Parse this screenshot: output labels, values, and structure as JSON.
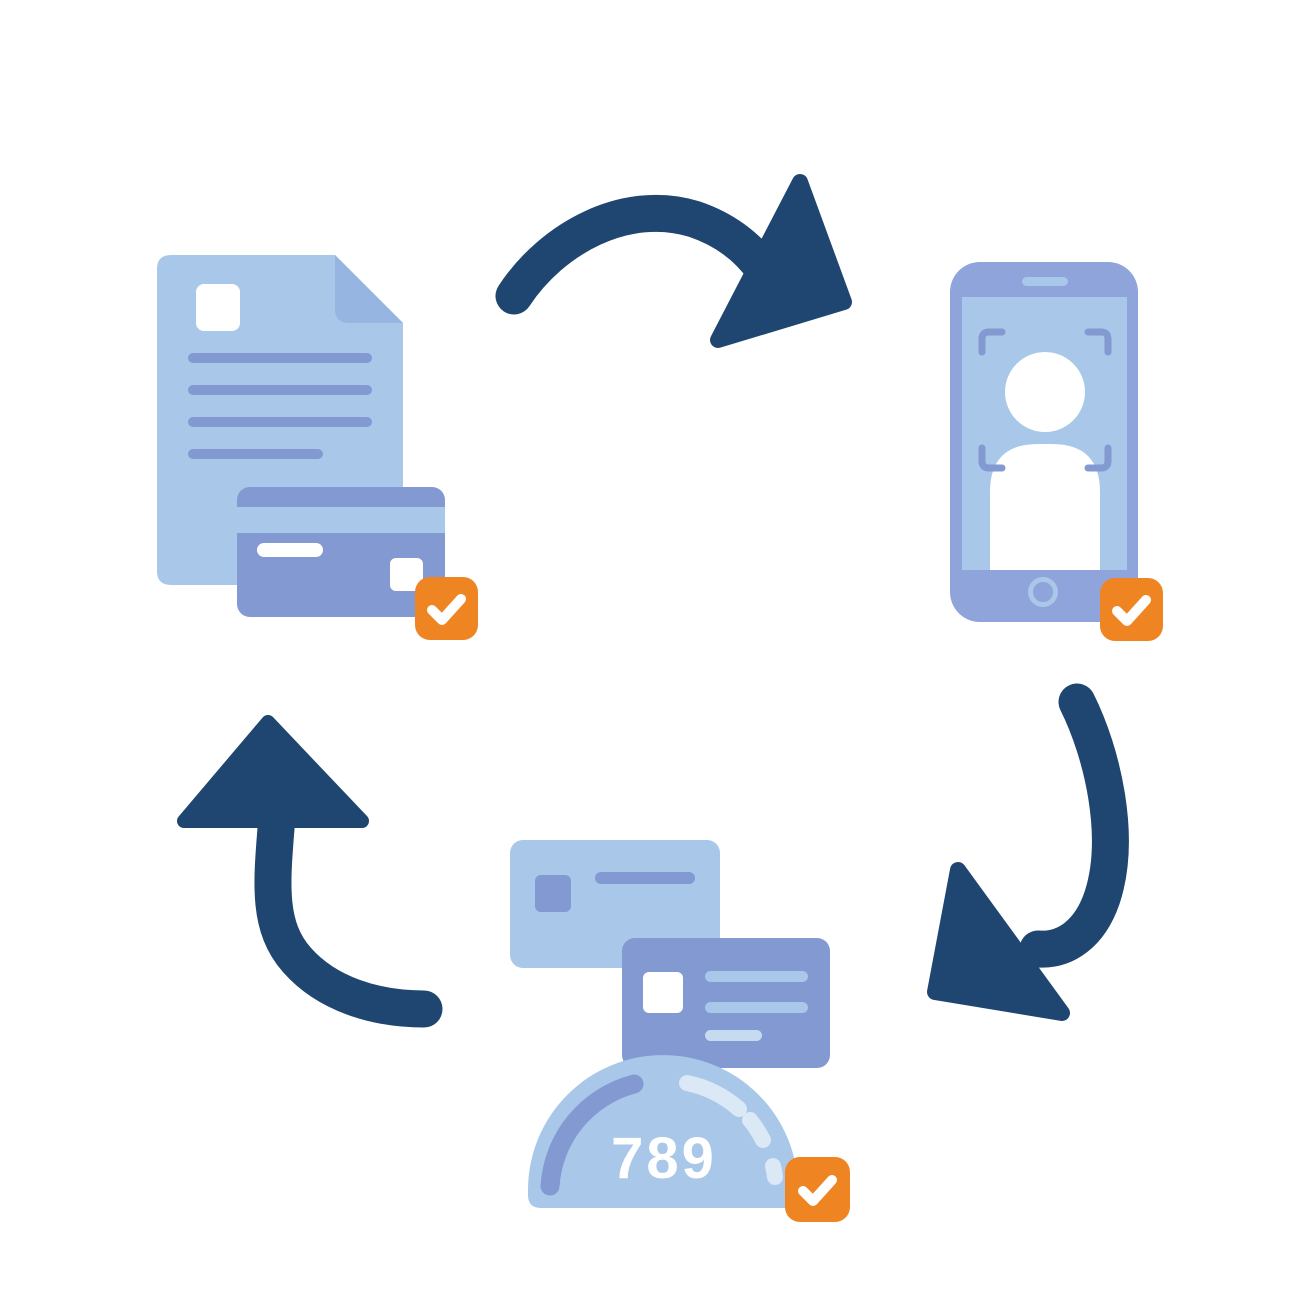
{
  "illustration": {
    "name": "identity-verification-credit-score-cycle",
    "type": "cyclic-process-diagram",
    "gauge_score": "789",
    "steps": [
      {
        "id": "document-with-credit-card",
        "icon": "document-credit-card-icon",
        "status": "verified"
      },
      {
        "id": "smartphone-face-scan",
        "icon": "phone-face-scan-icon",
        "status": "verified"
      },
      {
        "id": "credit-cards-score-gauge",
        "icon": "cards-gauge-icon",
        "status": "verified",
        "score": "789"
      }
    ],
    "arrows": [
      {
        "id": "arrow-document-to-phone",
        "direction": "left-to-right-curving-up"
      },
      {
        "id": "arrow-phone-to-cards",
        "direction": "top-to-bottom-curving-left"
      },
      {
        "id": "arrow-cards-to-document",
        "direction": "bottom-to-top-pointing-up"
      }
    ]
  },
  "colors": {
    "background": "#FFFFFF",
    "navy": "#1F4571",
    "lightBlue": "#A9C7E9",
    "periwinkle": "#8299D2",
    "periwinkleLight": "#8EA4DB",
    "fold": "#96B5E0",
    "highlight": "#DBE8F6",
    "lighterLine": "#C6DAF0",
    "orange": "#EF8522",
    "white": "#FFFFFF"
  }
}
